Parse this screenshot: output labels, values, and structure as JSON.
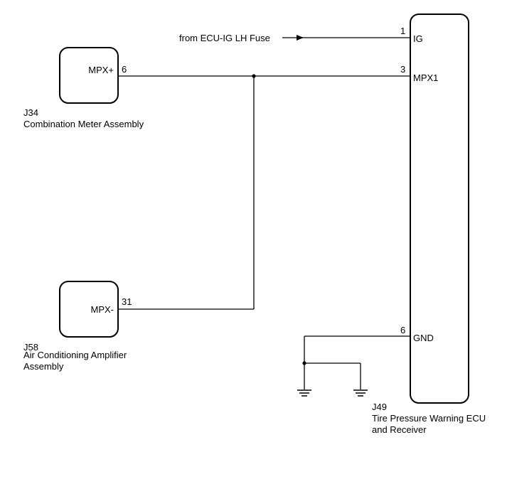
{
  "components": {
    "j34": {
      "id": "J34",
      "name": "Combination Meter Assembly",
      "pin_label": "MPX+",
      "pin_number": "6"
    },
    "j58": {
      "id": "J58",
      "name_line1": "Air Conditioning Amplifier",
      "name_line2": "Assembly",
      "pin_label": "MPX-",
      "pin_number": "31"
    },
    "j49": {
      "id": "J49",
      "name_line1": "Tire Pressure Warning ECU",
      "name_line2": "and Receiver",
      "pins": {
        "ig": {
          "label": "IG",
          "number": "1"
        },
        "mpx1": {
          "label": "MPX1",
          "number": "3"
        },
        "gnd": {
          "label": "GND",
          "number": "6"
        }
      }
    }
  },
  "source": {
    "label": "from ECU-IG LH Fuse"
  }
}
